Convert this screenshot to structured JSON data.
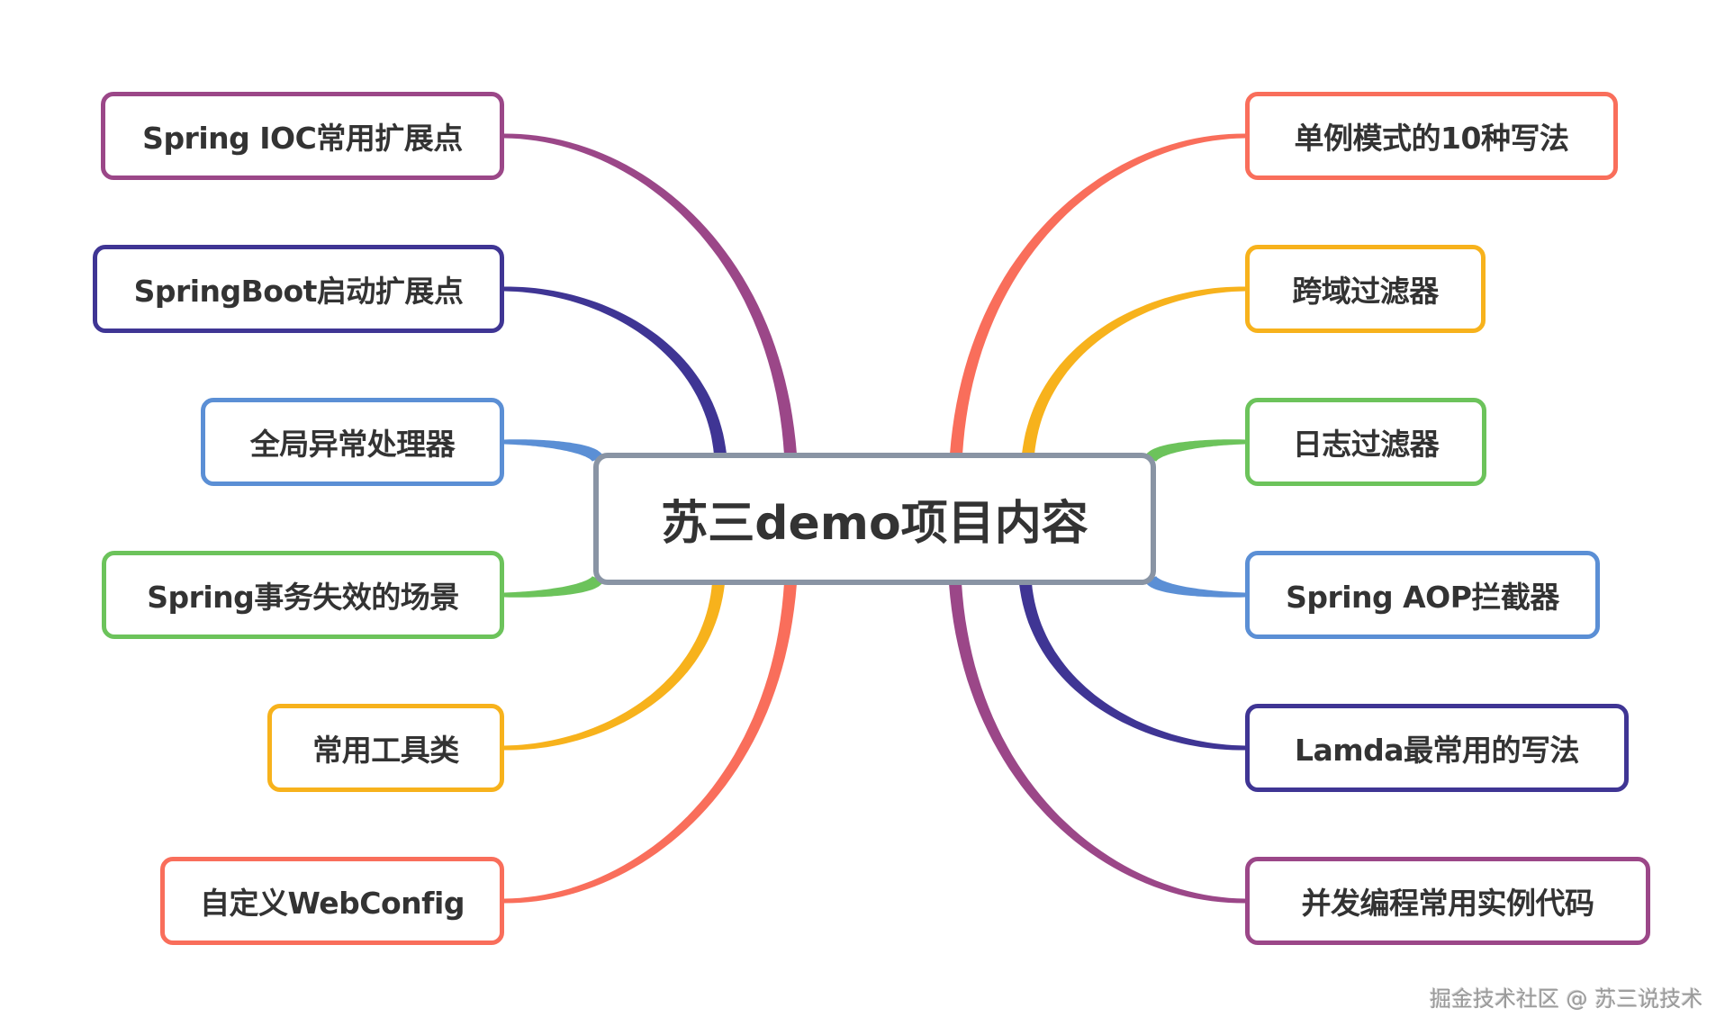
{
  "root": {
    "label": "苏三demo项目内容",
    "border_color": "#8994a4"
  },
  "left_topics": [
    {
      "label": "Spring IOC常用扩展点",
      "color": "#9b4788"
    },
    {
      "label": "SpringBoot启动扩展点",
      "color": "#3f3594"
    },
    {
      "label": "全局异常处理器",
      "color": "#5b8fd5"
    },
    {
      "label": "Spring事务失效的场景",
      "color": "#6cc35b"
    },
    {
      "label": "常用工具类",
      "color": "#f7b21c"
    },
    {
      "label": "自定义WebConfig",
      "color": "#f96e5b"
    }
  ],
  "right_topics": [
    {
      "label": "单例模式的10种写法",
      "color": "#f96e5b"
    },
    {
      "label": "跨域过滤器",
      "color": "#f7b21c"
    },
    {
      "label": "日志过滤器",
      "color": "#6cc35b"
    },
    {
      "label": "Spring AOP拦截器",
      "color": "#5b8fd5"
    },
    {
      "label": "Lamda最常用的写法",
      "color": "#3f3594"
    },
    {
      "label": "并发编程常用实例代码",
      "color": "#9b4788"
    }
  ],
  "watermark": "掘金技术社区 @ 苏三说技术"
}
